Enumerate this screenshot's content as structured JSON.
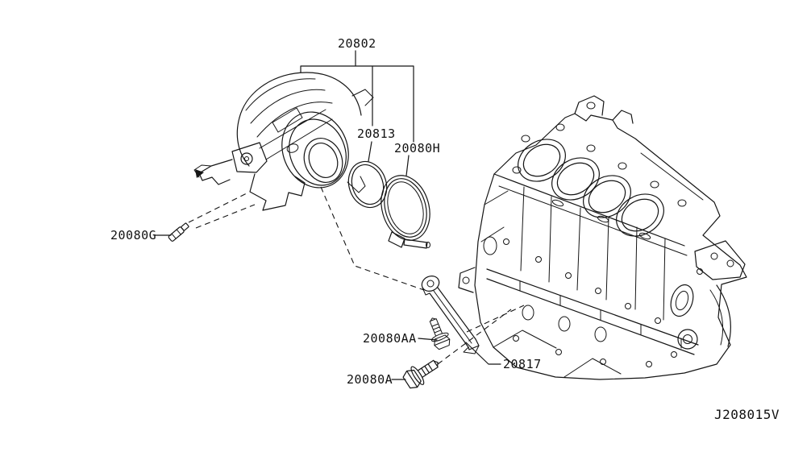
{
  "figure": {
    "type": "exhaust-catalyst-parts-diagram",
    "drawing_code": "J208015V",
    "parts": {
      "catalyst_assembly": "20802",
      "gasket_ring": "20813",
      "clamp": "20080H",
      "stud": "20080G",
      "bracket_bolt_upper": "20080AA",
      "bracket": "20817",
      "bracket_bolt_lower": "20080A"
    }
  }
}
